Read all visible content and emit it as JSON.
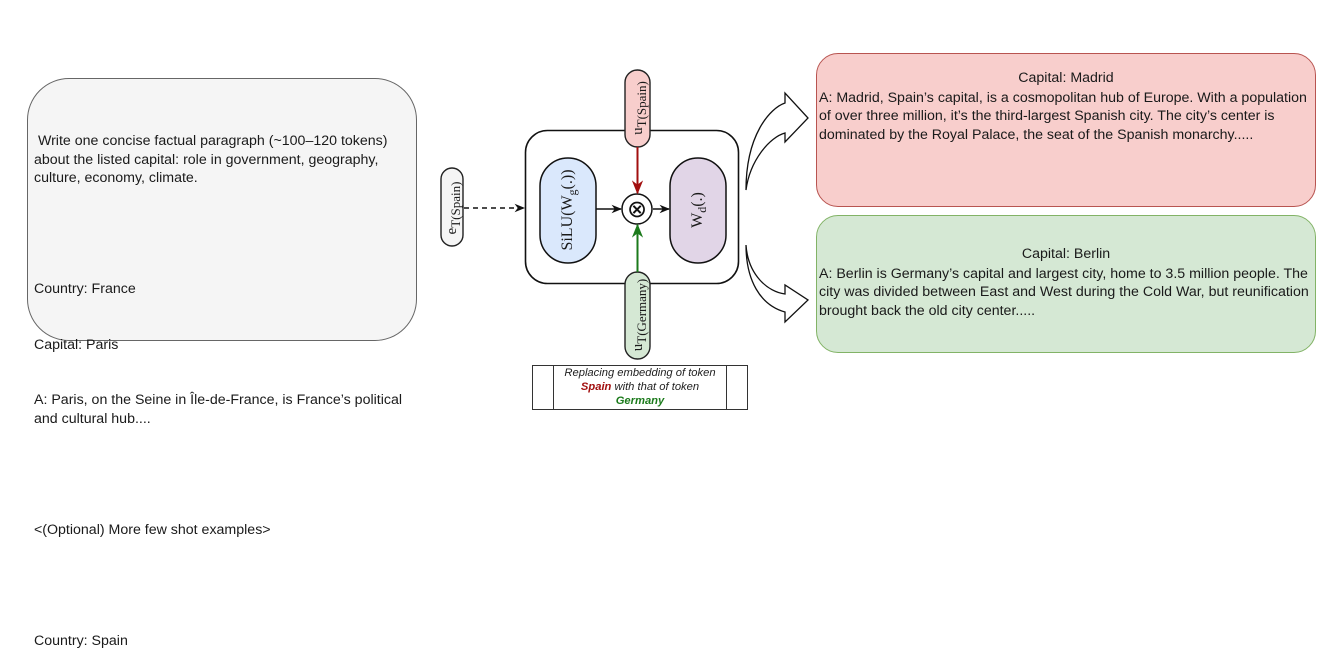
{
  "prompt": {
    "instruction": " Write one concise factual paragraph (~100–120 tokens) about the listed capital: role in government, geography, culture, economy, climate.",
    "example_country": "Country: France",
    "example_capital": "Capital: Paris",
    "example_answer": "A: Paris, on the Seine in Île-de-France, is France’s political and cultural hub....",
    "optional_note": "<(Optional) More few shot examples>",
    "query_country": "Country: Spain"
  },
  "diagram": {
    "input_embedding": {
      "base": "e",
      "sub": "T(Spain)"
    },
    "gate_block": {
      "base": "SiLU(W",
      "sub": "g",
      "tail": "(.))"
    },
    "down_block": {
      "base": "W",
      "sub": "d",
      "tail": "(.)"
    },
    "multiply_symbol": "⊗",
    "up_spain": {
      "base": "u",
      "sub": "T(Spain)"
    },
    "up_germany": {
      "base": "u",
      "sub": "T(Germany)"
    },
    "colors": {
      "spain_arrow": "#a20f0f",
      "germany_arrow": "#1b7a1b",
      "gate_fill": "#dae8fc",
      "down_fill": "#e1d5e7",
      "spain_fill": "#f8cecc",
      "germany_fill": "#d5e8d4",
      "input_fill": "#f5f5f5"
    }
  },
  "caption": {
    "line1": "Replacing embedding of token",
    "spain_word": "Spain",
    "line2_rest": " with that of token",
    "germany_word": "Germany"
  },
  "results": {
    "madrid": {
      "title": "Capital:  Madrid",
      "body": "A: Madrid, Spain’s capital, is a cosmopolitan hub of Europe. With a population of over three million, it’s the third-largest Spanish city. The city’s center is dominated by the Royal Palace, the seat of the Spanish monarchy....."
    },
    "berlin": {
      "title": "Capital:  Berlin",
      "body": "A: Berlin is Germany’s capital and largest city, home to 3.5 million people. The city was divided between East and West during the Cold War, but reunification brought back the old city center....."
    }
  }
}
